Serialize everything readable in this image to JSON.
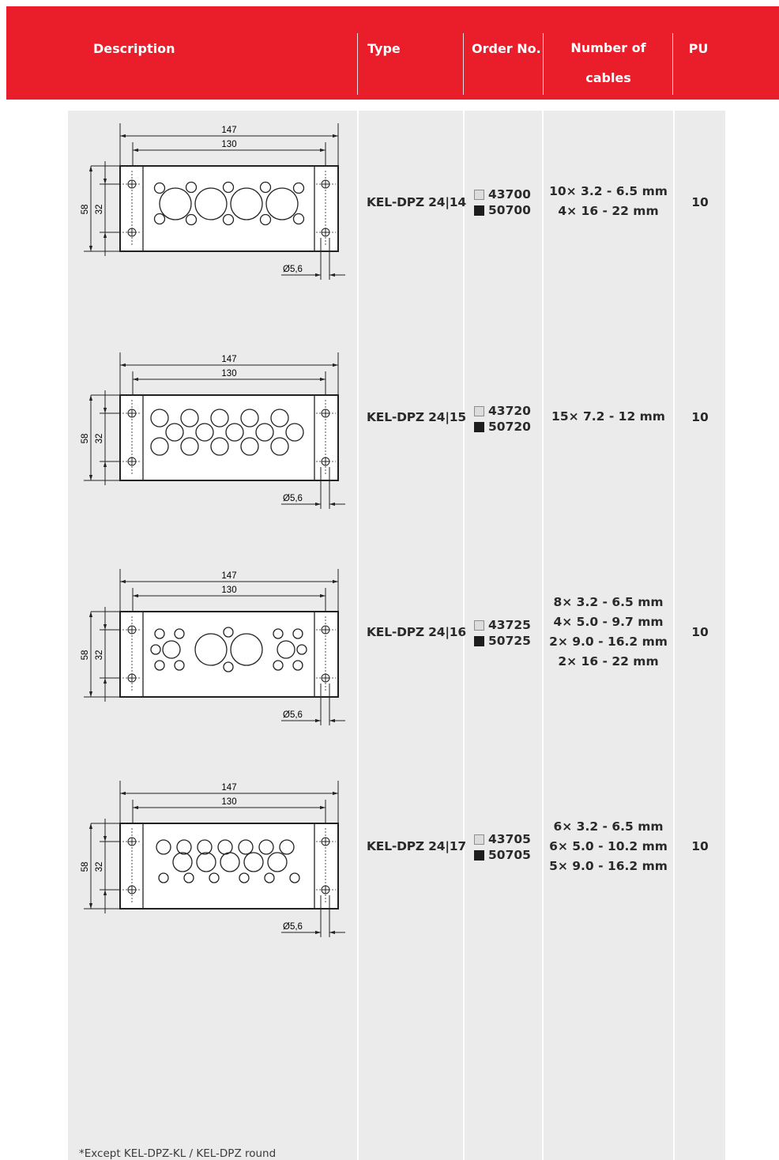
{
  "header": {
    "description": "Description",
    "type": "Type",
    "order_no": "Order No.",
    "number_of_cables": [
      "Number of",
      "cables"
    ],
    "pu": "PU",
    "color": "#ea1e2a"
  },
  "colors": {
    "column_background": "#ebebeb",
    "swatch_light": "#dcdcdc",
    "swatch_dark": "#1d1d1d"
  },
  "drawing_labels": {
    "overall_width": "147",
    "inner_width": "130",
    "overall_height": "58",
    "hole_spacing": "32",
    "hole_diameter": "Ø5,6"
  },
  "rows": [
    {
      "type": "KEL-DPZ 24|14",
      "order_light": "43700",
      "order_dark": "50700",
      "cables": [
        "10× 3.2 - 6.5 mm",
        "4× 16 - 22 mm"
      ],
      "pu": "10"
    },
    {
      "type": "KEL-DPZ 24|15",
      "order_light": "43720",
      "order_dark": "50720",
      "cables": [
        "15× 7.2 - 12 mm"
      ],
      "pu": "10"
    },
    {
      "type": "KEL-DPZ 24|16",
      "order_light": "43725",
      "order_dark": "50725",
      "cables": [
        "8× 3.2 - 6.5 mm",
        "4× 5.0 - 9.7 mm",
        "2× 9.0 - 16.2 mm",
        "2× 16 - 22 mm"
      ],
      "pu": "10"
    },
    {
      "type": "KEL-DPZ 24|17",
      "order_light": "43705",
      "order_dark": "50705",
      "cables": [
        "6× 3.2 - 6.5 mm",
        "6× 5.0 - 10.2 mm",
        "5× 9.0 - 16.2 mm"
      ],
      "pu": "10"
    }
  ],
  "footnote": "*Except KEL-DPZ-KL / KEL-DPZ round"
}
